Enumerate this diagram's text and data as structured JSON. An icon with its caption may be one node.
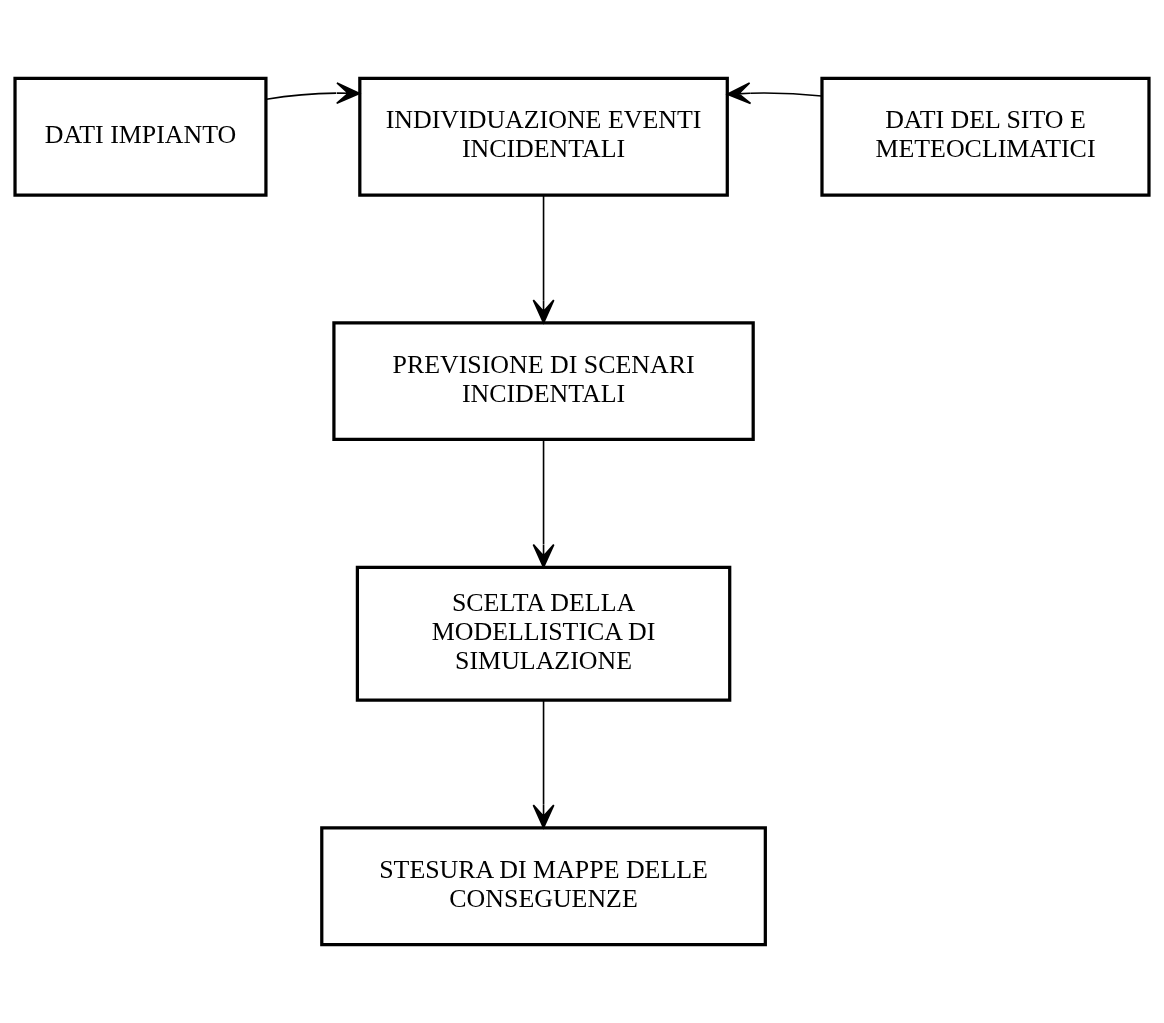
{
  "diagram": {
    "nodes": [
      {
        "text": [
          "DATI IMPIANTO"
        ]
      },
      {
        "text": [
          "INDIVIDUAZIONE EVENTI INCIDENTALI"
        ]
      },
      {
        "text": [
          "DATI DEL SITO E METEOCLIMATICI"
        ]
      },
      {
        "text": [
          "PREVISIONE DI SCENARI INCIDENTALI"
        ]
      },
      {
        "text": [
          "SCELTA DELLA MODELLISTICA DI SIMULAZIONE"
        ]
      },
      {
        "text": [
          "STESURA DI MAPPE DELLE CONSEGUENZE"
        ]
      }
    ],
    "edges": [
      {
        "from": 0,
        "to": 1,
        "arrow": "to"
      },
      {
        "from": 2,
        "to": 1,
        "arrow": "to"
      },
      {
        "from": 1,
        "to": 3,
        "arrow": "to"
      },
      {
        "from": 3,
        "to": 4,
        "arrow": "to"
      },
      {
        "from": 4,
        "to": 5,
        "arrow": "to"
      }
    ]
  }
}
